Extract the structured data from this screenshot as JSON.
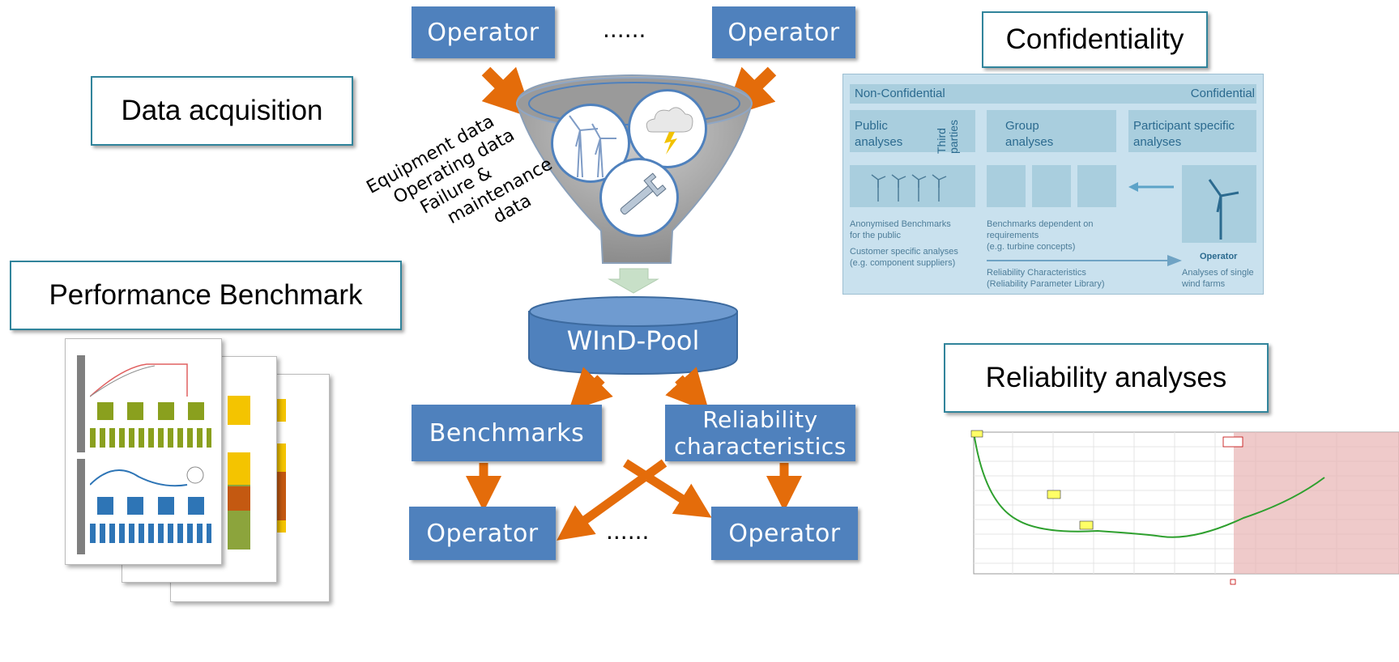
{
  "labels": {
    "data_acquisition": "Data acquisition",
    "performance_benchmark": "Performance Benchmark",
    "confidentiality": "Confidentiality",
    "reliability_analyses": "Reliability analyses"
  },
  "flow": {
    "top_operator_left": "Operator",
    "top_operator_right": "Operator",
    "top_dots": "......",
    "funnel_text": [
      "Equipment data",
      "Operating data",
      "Failure &",
      "maintenance",
      "data"
    ],
    "pool": "WInD-Pool",
    "benchmarks": "Benchmarks",
    "reliability_line1": "Reliability",
    "reliability_line2": "characteristics",
    "bottom_operator_left": "Operator",
    "bottom_operator_right": "Operator",
    "bottom_dots": "......"
  },
  "confidentiality_panel": {
    "non_confidential": "Non-Confidential",
    "confidential": "Confidential",
    "public_analyses": "Public\nanalyses",
    "third_parties": "Third\nparties",
    "group_analyses": "Group\nanalyses",
    "participant_specific": "Participant specific\nanalyses",
    "col1_text1": "Anonymised Benchmarks\nfor the public",
    "col1_text2": "Customer specific analyses\n(e.g. component suppliers)",
    "col2_text1": "Benchmarks dependent on\nrequirements\n(e.g. turbine concepts)",
    "col2_text2": "Reliability Characteristics\n(Reliability Parameter Library)",
    "operator": "Operator",
    "col3_text": "Analyses of single\nwind farms"
  },
  "colors": {
    "box_blue": "#4f81bd",
    "arrow_orange": "#e46c0a",
    "label_border": "#31849b",
    "funnel_gray": "#a6a6a6"
  },
  "icons": [
    "wind-turbine-icon",
    "thunderstorm-icon",
    "wrench-icon"
  ]
}
